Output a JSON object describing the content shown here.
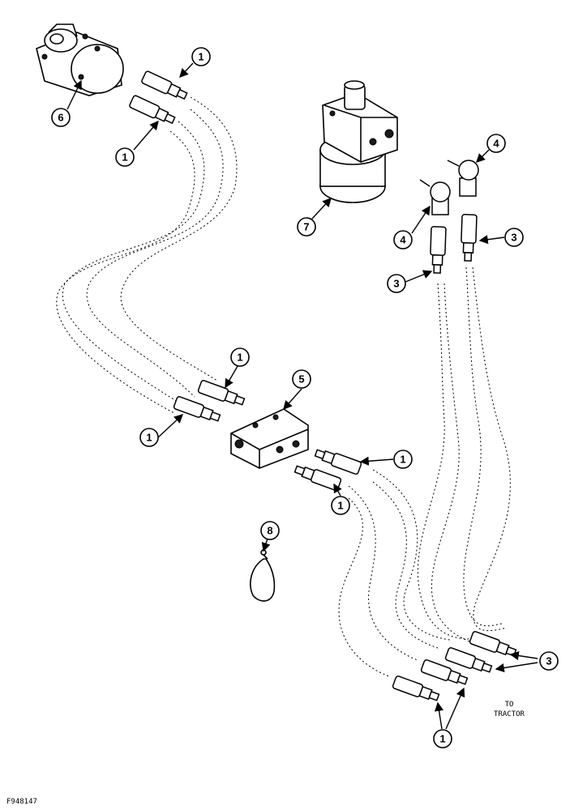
{
  "figure_id": "F948147",
  "destination_label": [
    "TO",
    "TRACTOR"
  ],
  "callouts": {
    "c1a": "1",
    "c1b": "1",
    "c1c": "1",
    "c1d": "1",
    "c1e": "1",
    "c1f": "1",
    "c1g": "1",
    "c3a": "3",
    "c3b": "3",
    "c3c": "3",
    "c4a": "4",
    "c4b": "4",
    "c5": "5",
    "c6": "6",
    "c7": "7",
    "c8": "8"
  }
}
